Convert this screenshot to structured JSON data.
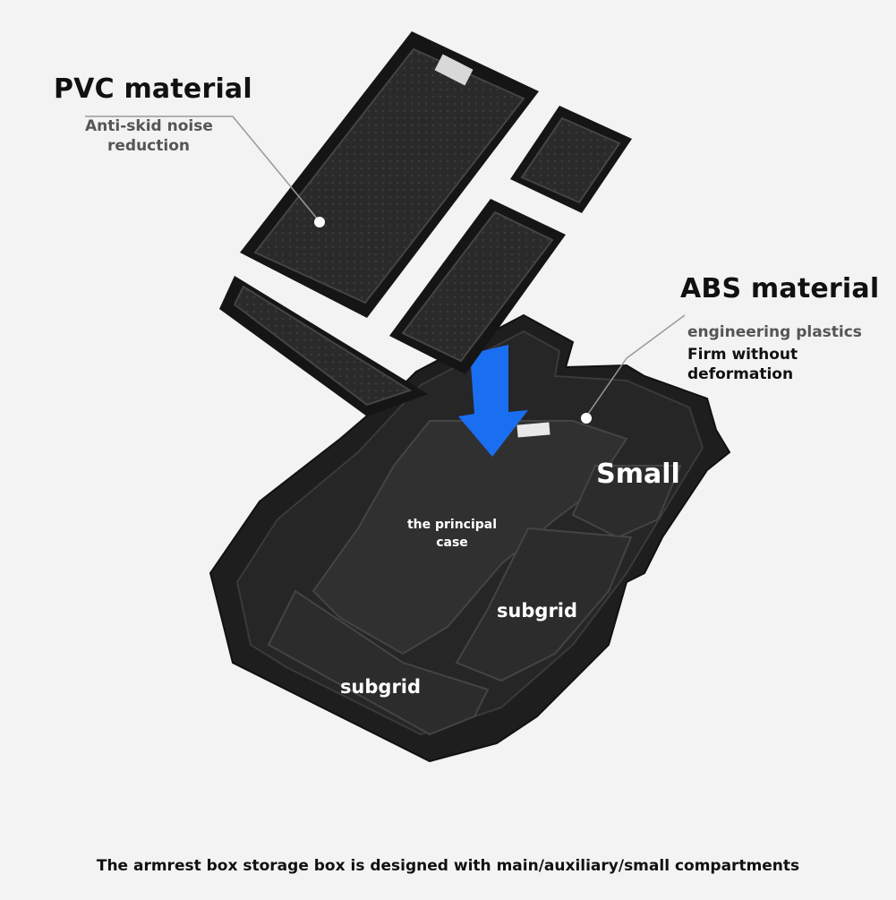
{
  "pvc": {
    "title": "PVC material",
    "desc_line1": "Anti-skid noise",
    "desc_line2": "reduction"
  },
  "abs": {
    "title": "ABS material",
    "desc_line1": "engineering plastics",
    "desc_line2": "Firm without",
    "desc_line3": "deformation"
  },
  "compartments": {
    "main": "the principal",
    "main_line2": "case",
    "small": "Small",
    "subgrid_right": "subgrid",
    "subgrid_front": "subgrid"
  },
  "caption": "The armrest box storage box is designed with main/auxiliary/small compartments",
  "colors": {
    "background": "#f3f3f3",
    "tray": "#1e1e1e",
    "arrow": "#1a6ef0"
  }
}
